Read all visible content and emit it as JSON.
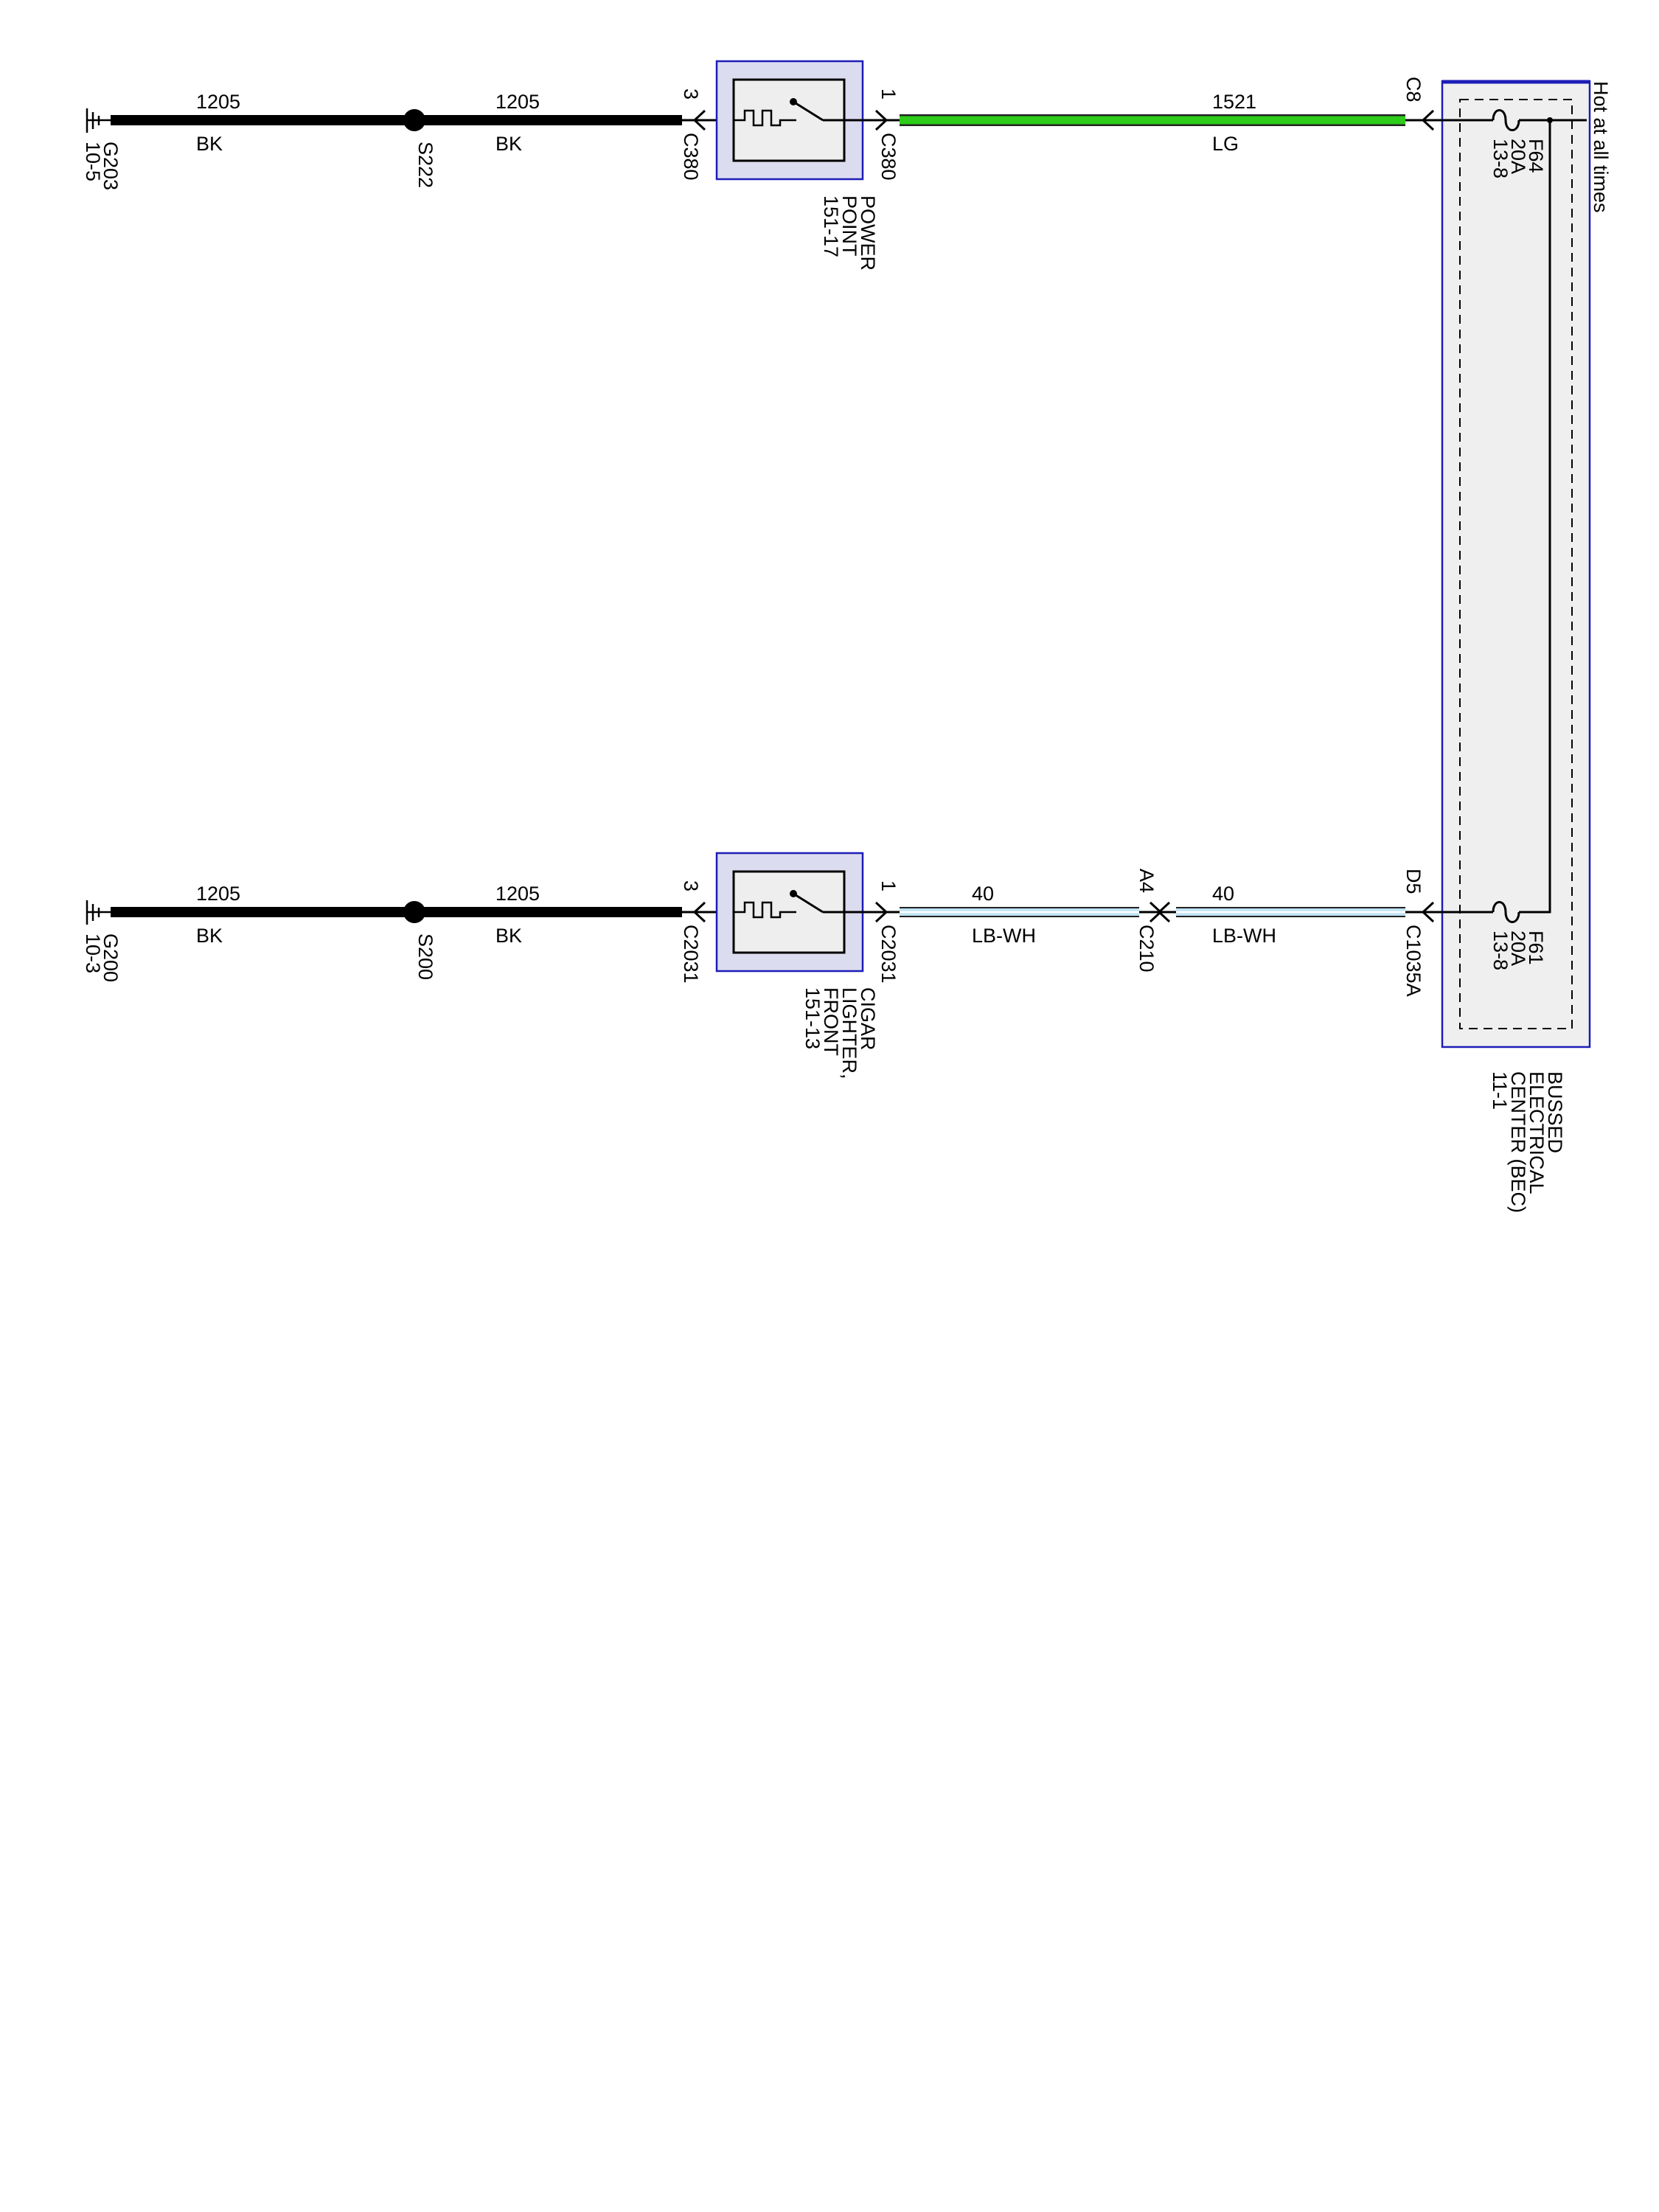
{
  "colors": {
    "ground_wire": "#000000",
    "wire_lg": "#2ecc1a",
    "wire_lb": "#bfe3f5",
    "wire_lb_stripe": "#ffffff",
    "wire_lb_edge": "#222222",
    "component_border": "#1d1db8",
    "component_fill": "#e6e6e6",
    "bec_fill": "#efefef",
    "bec_border": "#1d1db8"
  },
  "header": {
    "hot_label": "Hot at all times"
  },
  "bec": {
    "lines": [
      "BUSSED",
      "ELECTRICAL",
      "CENTER (BEC)",
      "11-1"
    ]
  },
  "circuit_top": {
    "ground": {
      "id": "G203",
      "page": "10-5"
    },
    "wire_a": {
      "number": "1205",
      "color": "BK"
    },
    "splice": "S222",
    "wire_b": {
      "number": "1205",
      "color": "BK"
    },
    "comp_pin_in": "3",
    "comp_conn_in": "C380",
    "component": {
      "lines": [
        "POWER",
        "POINT",
        "151-17"
      ]
    },
    "comp_pin_out": "1",
    "comp_conn_out": "C380",
    "wire_c": {
      "number": "1521",
      "color": "LG"
    },
    "bec_pin": "C8",
    "fuse": {
      "id": "F64",
      "rating": "20A",
      "page": "13-8"
    }
  },
  "circuit_bottom": {
    "ground": {
      "id": "G200",
      "page": "10-3"
    },
    "wire_a": {
      "number": "1205",
      "color": "BK"
    },
    "splice": "S200",
    "wire_b": {
      "number": "1205",
      "color": "BK"
    },
    "comp_pin_in": "3",
    "comp_conn_in": "C2031",
    "component": {
      "lines": [
        "CIGAR",
        "LIGHTER,",
        "FRONT",
        "151-13"
      ]
    },
    "comp_pin_out": "1",
    "comp_conn_out": "C2031",
    "wire_c": {
      "number": "40",
      "color": "LB-WH"
    },
    "inline_pin": "A4",
    "inline_conn": "C210",
    "wire_d": {
      "number": "40",
      "color": "LB-WH"
    },
    "bec_pin": "D5",
    "bec_conn": "C1035A",
    "fuse": {
      "id": "F61",
      "rating": "20A",
      "page": "13-8"
    }
  }
}
